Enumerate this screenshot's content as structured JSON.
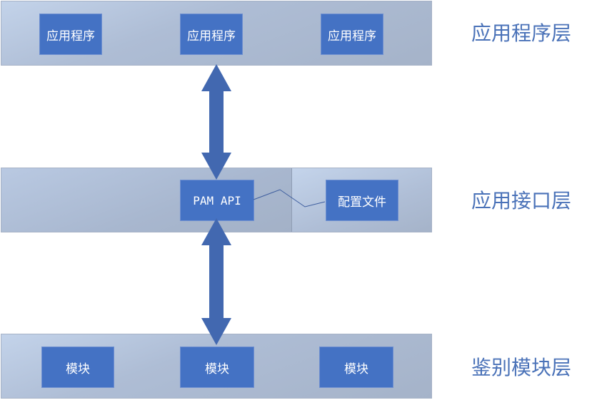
{
  "layers": [
    {
      "name": "应用程序层",
      "boxes": [
        "应用程序",
        "应用程序",
        "应用程序"
      ]
    },
    {
      "name": "应用接口层",
      "boxes": [
        "PAM API",
        "配置文件"
      ]
    },
    {
      "name": "鉴别模块层",
      "boxes": [
        "模块",
        "模块",
        "模块"
      ]
    }
  ],
  "colors": {
    "box": "#4472c4",
    "arrow": "#4268b0",
    "label": "#4a72b8",
    "layer": "#aebdd5"
  }
}
